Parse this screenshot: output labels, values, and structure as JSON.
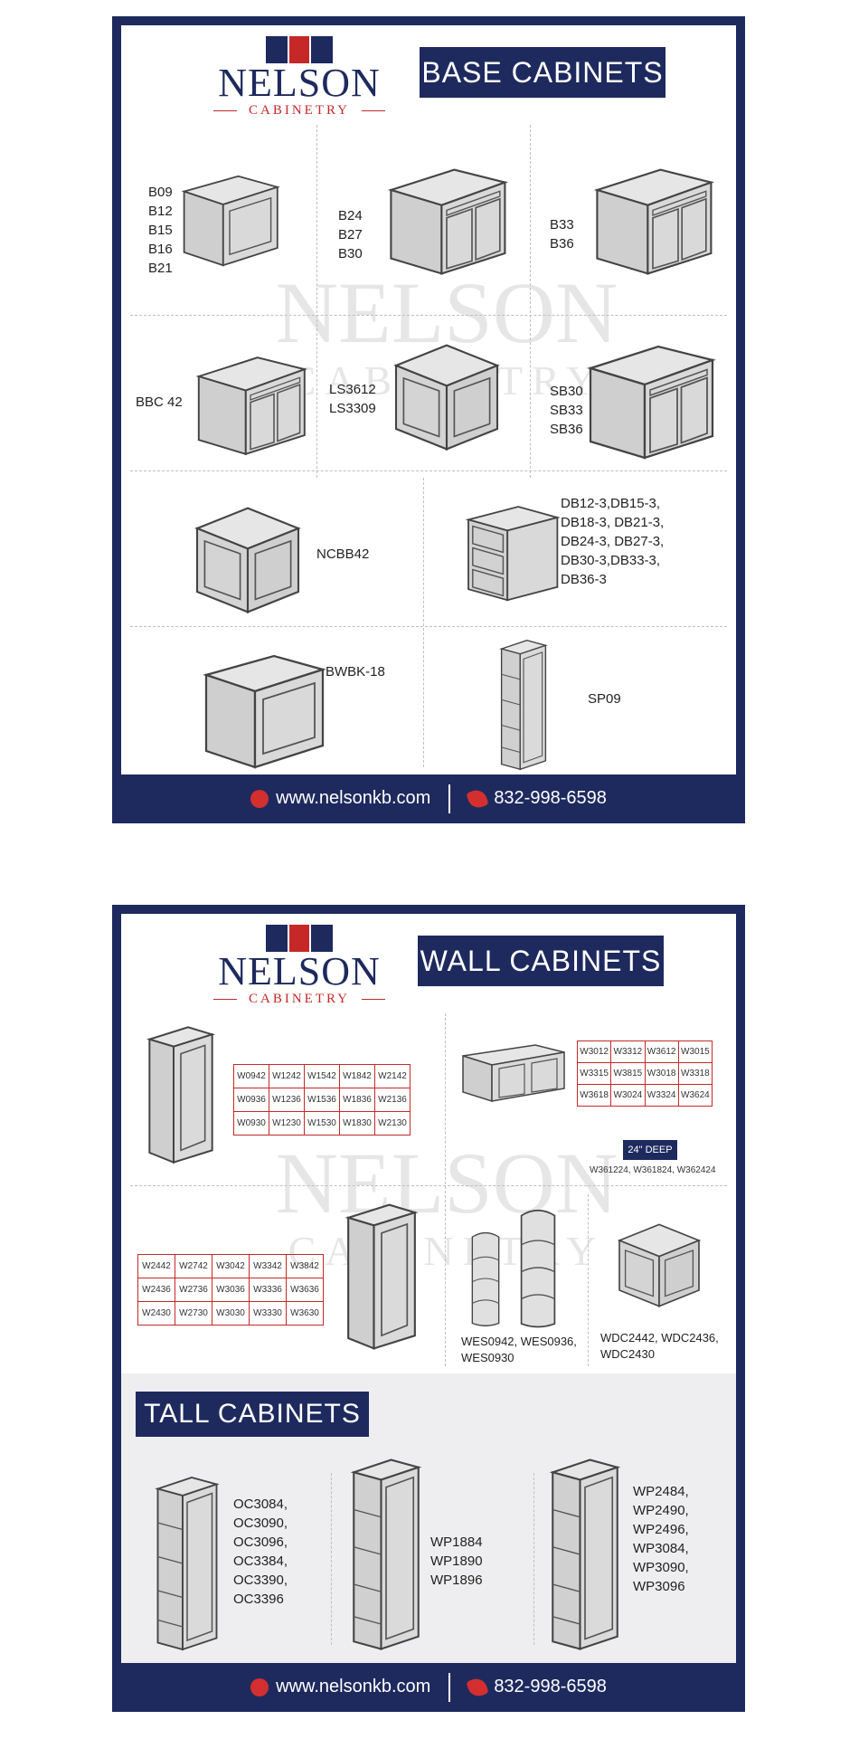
{
  "brand": {
    "name": "NELSON",
    "subtitle": "CABINETRY",
    "colors": {
      "navy": "#1e2a5e",
      "red": "#c62828"
    }
  },
  "base_sheet": {
    "title": "BASE CABINETS",
    "items": [
      {
        "label": "B09\nB12\nB15\nB16\nB21"
      },
      {
        "label": "B24\nB27\nB30"
      },
      {
        "label": "B33\nB36"
      },
      {
        "label": "BBC 42"
      },
      {
        "label": "LS3612\nLS3309"
      },
      {
        "label": "SB30\nSB33\nSB36"
      },
      {
        "label": "NCBB42"
      },
      {
        "label": "DB12-3,DB15-3,\nDB18-3, DB21-3,\nDB24-3, DB27-3,\nDB30-3,DB33-3,\nDB36-3"
      },
      {
        "label": "BWBK-18"
      },
      {
        "label": "SP09"
      }
    ],
    "footer": {
      "website": "www.nelsonkb.com",
      "phone": "832-998-6598",
      "website_icon": "globe-icon",
      "phone_icon": "phone-icon"
    }
  },
  "wall_sheet": {
    "title": "WALL CABINETS",
    "grid1": [
      [
        "W0942",
        "W1242",
        "W1542",
        "W1842",
        "W2142"
      ],
      [
        "W0936",
        "W1236",
        "W1536",
        "W1836",
        "W2136"
      ],
      [
        "W0930",
        "W1230",
        "W1530",
        "W1830",
        "W2130"
      ]
    ],
    "grid2": [
      [
        "W3012",
        "W3312",
        "W3612",
        "W3015"
      ],
      [
        "W3315",
        "W3815",
        "W3018",
        "W3318"
      ],
      [
        "W3618",
        "W3024",
        "W3324",
        "W3624"
      ]
    ],
    "deep_label": "24\" DEEP",
    "deep_items": "W361224, W361824, W362424",
    "grid3": [
      [
        "W2442",
        "W2742",
        "W3042",
        "W3342",
        "W3842"
      ],
      [
        "W2436",
        "W2736",
        "W3036",
        "W3336",
        "W3636"
      ],
      [
        "W2430",
        "W2730",
        "W3030",
        "W3330",
        "W3630"
      ]
    ],
    "wes_label": "WES0942, WES0936,\nWES0930",
    "wdc_label": "WDC2442, WDC2436,\nWDC2430",
    "tall_title": "TALL CABINETS",
    "tall_items": [
      {
        "label": "OC3084,\nOC3090,\nOC3096,\nOC3384,\nOC3390,\nOC3396"
      },
      {
        "label": "WP1884\nWP1890\nWP1896"
      },
      {
        "label": "WP2484,\nWP2490,\nWP2496,\nWP3084,\nWP3090,\nWP3096"
      }
    ],
    "footer": {
      "website": "www.nelsonkb.com",
      "phone": "832-998-6598"
    }
  }
}
